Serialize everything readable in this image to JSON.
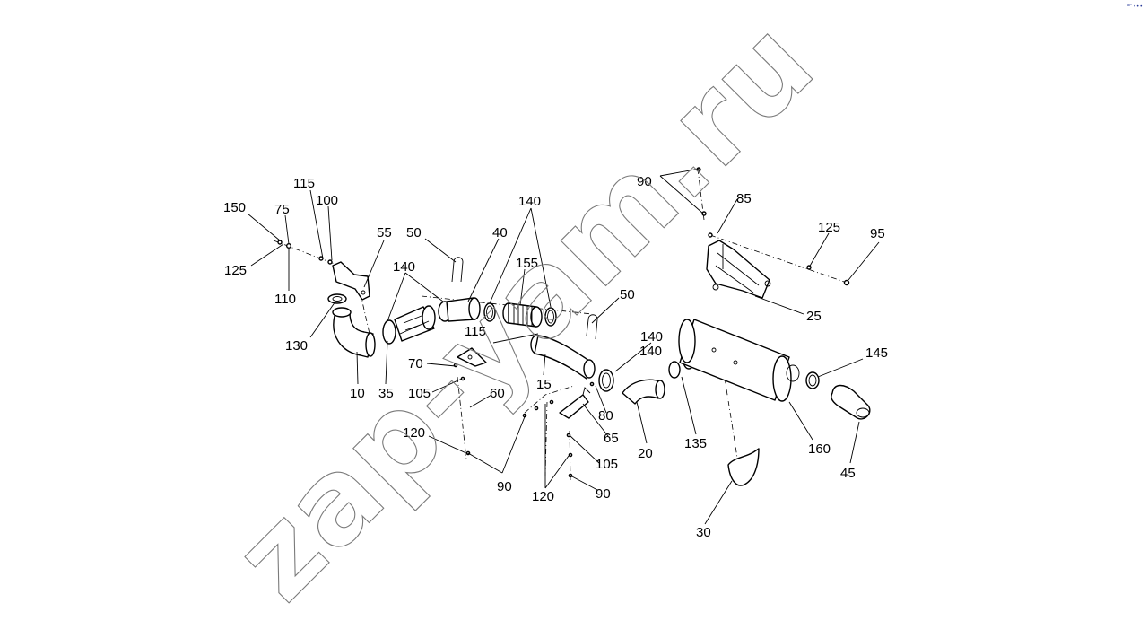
{
  "watermark": "zap-yam.ru",
  "corner_mark": "ᵃᴾ •••",
  "callouts": [
    "150",
    "115",
    "75",
    "100",
    "125",
    "110",
    "55",
    "130",
    "10",
    "140",
    "35",
    "50",
    "40",
    "140",
    "155",
    "115",
    "70",
    "105",
    "60",
    "15",
    "140",
    "50",
    "120",
    "90",
    "80",
    "65",
    "105",
    "120",
    "90",
    "20",
    "135",
    "140",
    "90",
    "85",
    "125",
    "95",
    "25",
    "160",
    "145",
    "45",
    "30"
  ],
  "colors": {
    "line": "#000000",
    "watermark": "#7a7a7a",
    "corner_mark": "#2a3c9a"
  }
}
